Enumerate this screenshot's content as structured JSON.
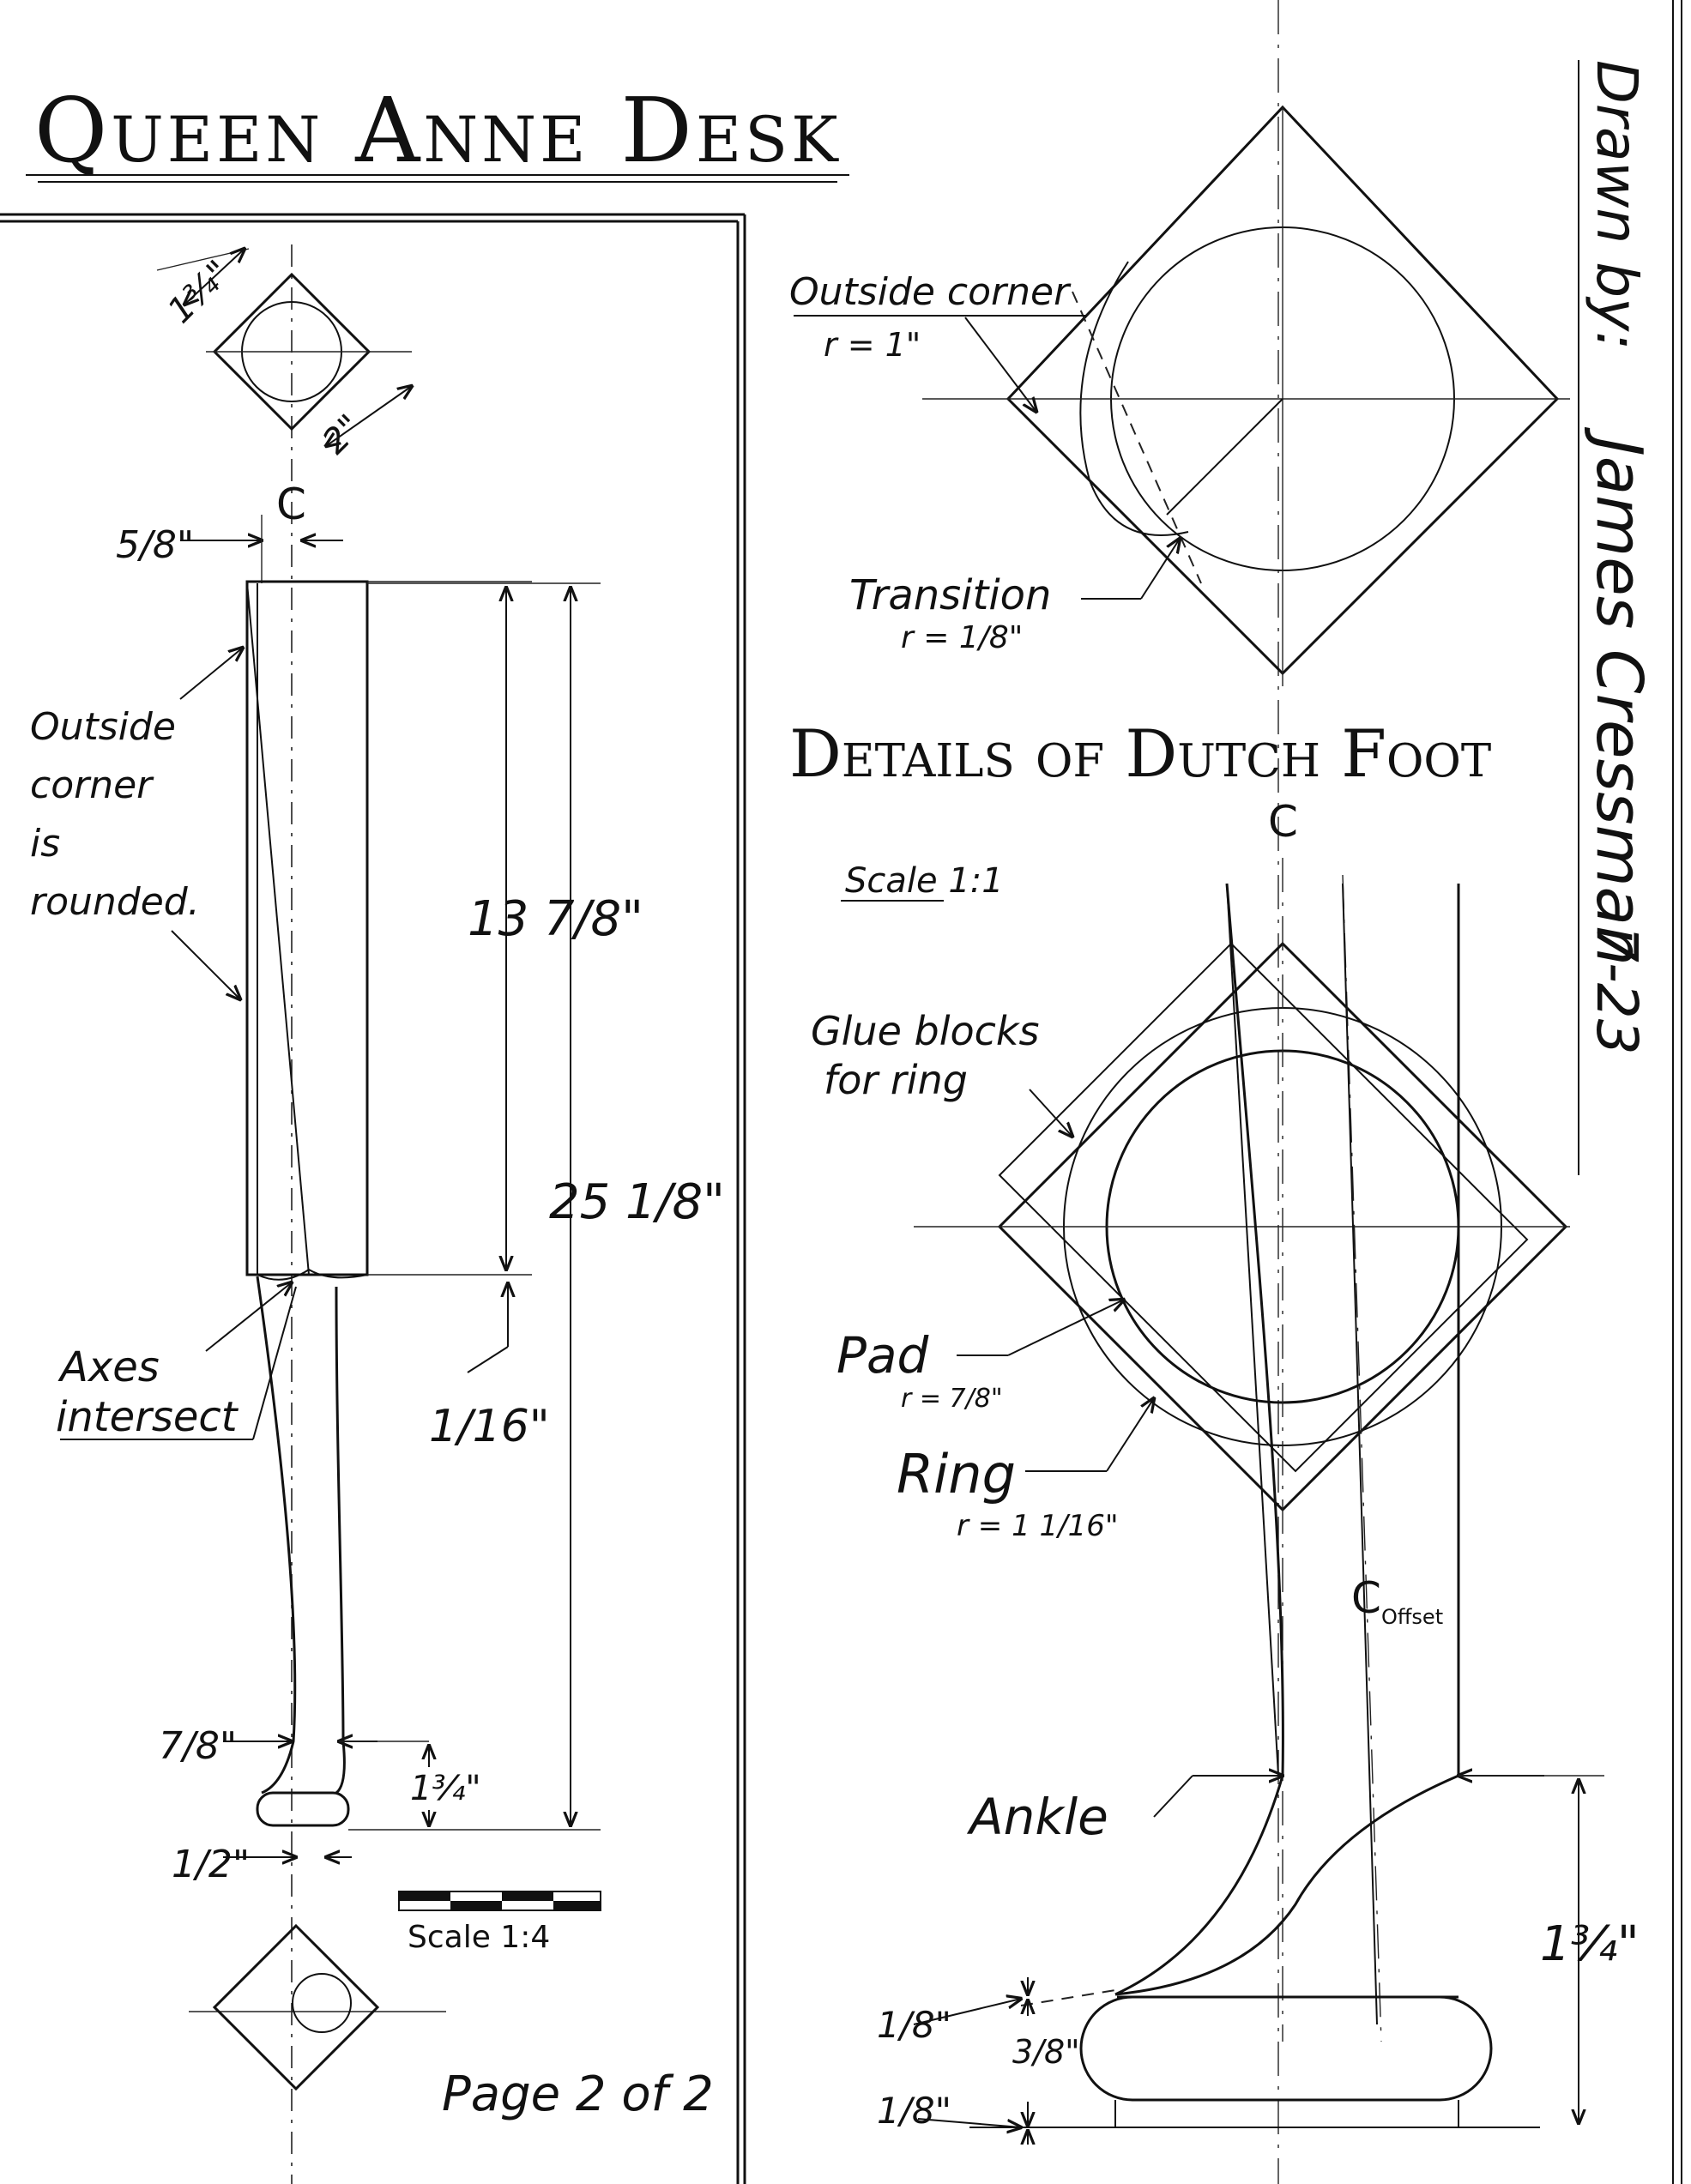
{
  "title": "Queen Anne Desk",
  "subtitle": "Details of Dutch Foot",
  "drawn_by_label": "Drawn by:",
  "drawn_by_name": "James Cressman",
  "drawn_by_date": "7-23",
  "page": "Page 2 of 2",
  "left_view": {
    "scale": "Scale 1:4",
    "centerline": "C",
    "dims": {
      "top_diag": "1¾\"",
      "top_side": "2\"",
      "offset": "5/8\"",
      "upper": "13 7/8\"",
      "overall": "25 1/8\"",
      "gap": "1/16\"",
      "ankle_w": "7/8\"",
      "foot_h": "1¾\"",
      "pad_w": "1/2\""
    },
    "notes": {
      "outside_corner": [
        "Outside",
        "corner",
        "is",
        "rounded."
      ],
      "axes": [
        "Axes",
        "intersect"
      ]
    }
  },
  "right_view": {
    "scale": "Scale 1:1",
    "centerline": "C",
    "centerline_offset": "C",
    "centerline_offset_sub": "Offset",
    "labels": {
      "outside_corner": "Outside corner",
      "outside_corner_r": "r = 1\"",
      "transition": "Transition",
      "transition_r": "r = 1/8\"",
      "glue_1": "Glue blocks",
      "glue_2": "for ring",
      "pad": "Pad",
      "pad_r": "r = 7/8\"",
      "ring": "Ring",
      "ring_r": "r = 1 1/16\"",
      "ankle": "Ankle"
    },
    "dims": {
      "top_gap": "1/8\"",
      "bottom_gap": "1/8\"",
      "pad_h": "3/8\"",
      "foot_h": "1¾\""
    }
  }
}
